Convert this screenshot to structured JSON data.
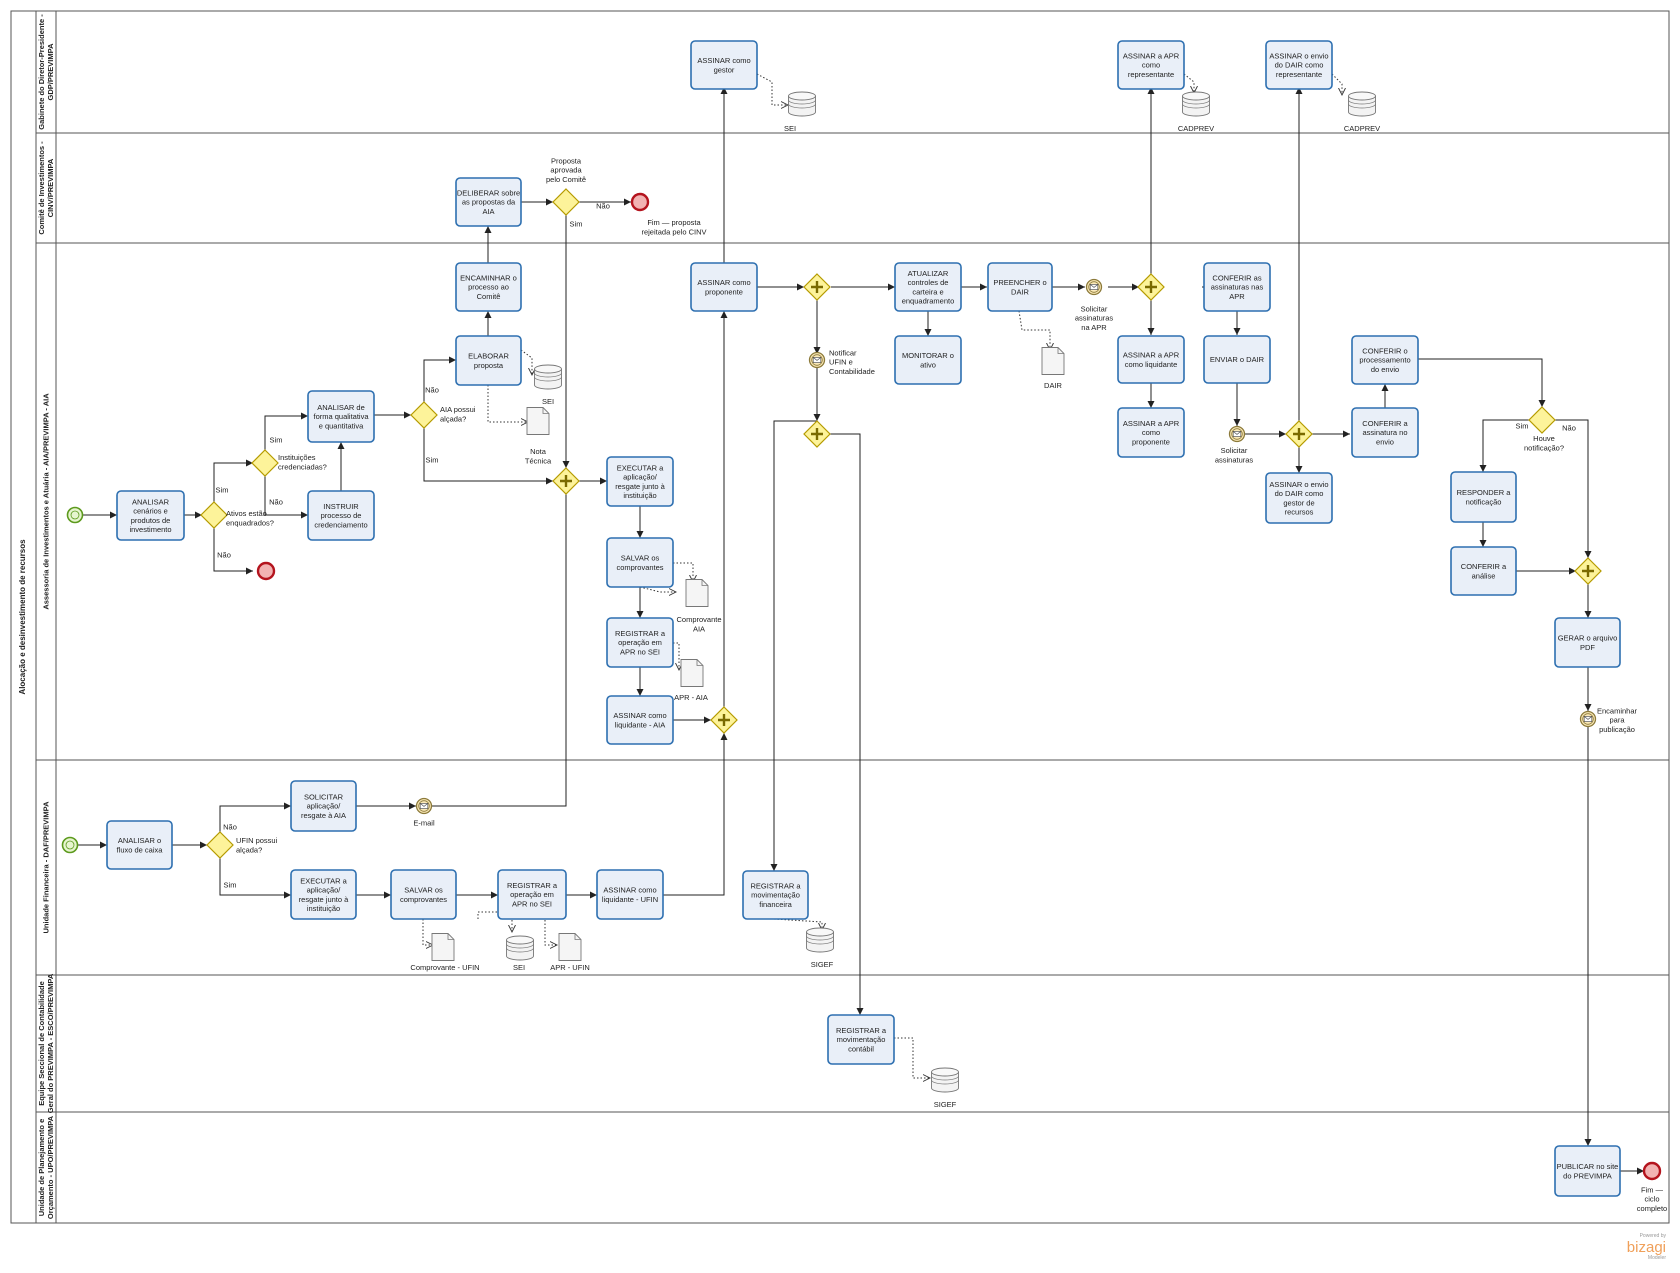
{
  "pool": {
    "title": "Alocação e desinvestimento de recursos"
  },
  "lanes": [
    {
      "id": "gdp",
      "title_lines": [
        "Gabinete do Diretor-Presidente -",
        "GDP/PREVIMPA"
      ]
    },
    {
      "id": "cinv",
      "title_lines": [
        "Comitê de Investimentos -",
        "CINV/PREVIMPA"
      ]
    },
    {
      "id": "aia",
      "title_lines": [
        "Assessoria de Investimentos e Atuária - AIA/PREVIMPA - AIA"
      ]
    },
    {
      "id": "daf",
      "title_lines": [
        "Unidade Financeira - DAF/PREVIMPA"
      ]
    },
    {
      "id": "esco",
      "title_lines": [
        "Equipe Seccional de Contabilidade",
        "Geral do PREVIMPA - ESCO/PREVIMPA"
      ]
    },
    {
      "id": "upo",
      "title_lines": [
        "Unidade de Planejamento e",
        "Orçamento - UPO/PREVIMPA"
      ]
    }
  ],
  "tasks": [
    {
      "id": "t_assinar_gestor",
      "lines": [
        "ASSINAR como",
        "gestor"
      ]
    },
    {
      "id": "t_assinar_apr_rep",
      "lines": [
        "ASSINAR a APR",
        "como",
        "representante"
      ]
    },
    {
      "id": "t_assinar_dair_rep",
      "lines": [
        "ASSINAR o envio",
        "do DAIR como",
        "representante"
      ]
    },
    {
      "id": "t_deliberar",
      "lines": [
        "DELIBERAR sobre",
        "as propostas da",
        "AIA"
      ]
    },
    {
      "id": "t_encaminhar",
      "lines": [
        "ENCAMINHAR o",
        "processo ao",
        "Comitê"
      ]
    },
    {
      "id": "t_elaborar",
      "lines": [
        "ELABORAR",
        "proposta"
      ]
    },
    {
      "id": "t_analisar_quali",
      "lines": [
        "ANALISAR de",
        "forma qualitativa",
        "e quantitativa"
      ]
    },
    {
      "id": "t_instruir",
      "lines": [
        "INSTRUIR",
        "processo de",
        "credenciamento"
      ]
    },
    {
      "id": "t_analisar_cen",
      "lines": [
        "ANALISAR",
        "cenários e",
        "produtos de",
        "investimento"
      ]
    },
    {
      "id": "t_assinar_prop",
      "lines": [
        "ASSINAR como",
        "proponente"
      ]
    },
    {
      "id": "t_executar_aia",
      "lines": [
        "EXECUTAR a",
        "aplicação/",
        "resgate junto à",
        "instituição"
      ]
    },
    {
      "id": "t_salvar_aia",
      "lines": [
        "SALVAR os",
        "comprovantes"
      ]
    },
    {
      "id": "t_registrar_aia",
      "lines": [
        "REGISTRAR a",
        "operação em",
        "APR no SEI"
      ]
    },
    {
      "id": "t_assinar_liq_aia",
      "lines": [
        "ASSINAR como",
        "liquidante - AIA"
      ]
    },
    {
      "id": "t_atualizar",
      "lines": [
        "ATUALIZAR",
        "controles de",
        "carteira e",
        "enquadramento"
      ]
    },
    {
      "id": "t_monitorar",
      "lines": [
        "MONITORAR o",
        "ativo"
      ]
    },
    {
      "id": "t_preencher",
      "lines": [
        "PREENCHER o",
        "DAIR"
      ]
    },
    {
      "id": "t_assinar_apr_liq",
      "lines": [
        "ASSINAR a APR",
        "como liquidante"
      ]
    },
    {
      "id": "t_assinar_apr_prop",
      "lines": [
        "ASSINAR a APR",
        "como",
        "proponente"
      ]
    },
    {
      "id": "t_conferir_ass",
      "lines": [
        "CONFERIR as",
        "assinaturas nas",
        "APR"
      ]
    },
    {
      "id": "t_enviar_dair",
      "lines": [
        "ENVIAR o DAIR"
      ]
    },
    {
      "id": "t_assinar_dair_gestor",
      "lines": [
        "ASSINAR o envio",
        "do DAIR como",
        "gestor de",
        "recursos"
      ]
    },
    {
      "id": "t_conferir_proc",
      "lines": [
        "CONFERIR o",
        "processamento",
        "do envio"
      ]
    },
    {
      "id": "t_conferir_assin",
      "lines": [
        "CONFERIR a",
        "assinatura no",
        "envio"
      ]
    },
    {
      "id": "t_responder",
      "lines": [
        "RESPONDER a",
        "notificação"
      ]
    },
    {
      "id": "t_conferir_anal",
      "lines": [
        "CONFERIR a",
        "análise"
      ]
    },
    {
      "id": "t_gerar",
      "lines": [
        "GERAR o arquivo",
        "PDF"
      ]
    },
    {
      "id": "t_analisar_fluxo",
      "lines": [
        "ANALISAR o",
        "fluxo de caixa"
      ]
    },
    {
      "id": "t_solicitar",
      "lines": [
        "SOLICITAR",
        "aplicação/",
        "resgate à AIA"
      ]
    },
    {
      "id": "t_executar_ufin",
      "lines": [
        "EXECUTAR a",
        "aplicação/",
        "resgate junto à",
        "instituição"
      ]
    },
    {
      "id": "t_salvar_ufin",
      "lines": [
        "SALVAR os",
        "comprovantes"
      ]
    },
    {
      "id": "t_registrar_ufin",
      "lines": [
        "REGISTRAR a",
        "operação em",
        "APR no SEI"
      ]
    },
    {
      "id": "t_assinar_liq_ufin",
      "lines": [
        "ASSINAR como",
        "liquidante - UFIN"
      ]
    },
    {
      "id": "t_registrar_mov_fin",
      "lines": [
        "REGISTRAR a",
        "movimentação",
        "financeira"
      ]
    },
    {
      "id": "t_registrar_mov_cont",
      "lines": [
        "REGISTRAR a",
        "movimentação",
        "contábil"
      ]
    },
    {
      "id": "t_publicar",
      "lines": [
        "PUBLICAR no site",
        "do PREVIMPA"
      ]
    }
  ],
  "labels": [
    {
      "id": "l_proposta",
      "lines": [
        "Proposta",
        "aprovada",
        "pelo Comitê"
      ]
    },
    {
      "id": "l_nao_cinv",
      "lines": [
        "Não"
      ]
    },
    {
      "id": "l_sim_cinv",
      "lines": [
        "Sim"
      ]
    },
    {
      "id": "l_fim_rej",
      "lines": [
        "Fim — proposta",
        "rejeitada pelo CINV"
      ]
    },
    {
      "id": "l_aia_alcada",
      "lines": [
        "AIA possui",
        "alçada?"
      ]
    },
    {
      "id": "l_nao_aia",
      "lines": [
        "Não"
      ]
    },
    {
      "id": "l_sim_aia",
      "lines": [
        "Sim"
      ]
    },
    {
      "id": "l_inst_cred",
      "lines": [
        "Instituições",
        "credenciadas?"
      ]
    },
    {
      "id": "l_sim_inst",
      "lines": [
        "Sim"
      ]
    },
    {
      "id": "l_nao_inst",
      "lines": [
        "Não"
      ]
    },
    {
      "id": "l_ativos",
      "lines": [
        "Ativos estão",
        "enquadrados?"
      ]
    },
    {
      "id": "l_sim_ativos",
      "lines": [
        "Sim"
      ]
    },
    {
      "id": "l_nao_ativos",
      "lines": [
        "Não"
      ]
    },
    {
      "id": "l_notificar",
      "lines": [
        "Notificar",
        "UFIN e",
        "Contabilidade"
      ]
    },
    {
      "id": "l_sol_ass_apr",
      "lines": [
        "Solicitar",
        "assinaturas",
        "na APR"
      ]
    },
    {
      "id": "l_sol_ass",
      "lines": [
        "Solicitar",
        "assinaturas"
      ]
    },
    {
      "id": "l_houve",
      "lines": [
        "Houve",
        "notificação?"
      ]
    },
    {
      "id": "l_sim_houve",
      "lines": [
        "Sim"
      ]
    },
    {
      "id": "l_nao_houve",
      "lines": [
        "Não"
      ]
    },
    {
      "id": "l_encaminhar_pub",
      "lines": [
        "Encaminhar",
        "para",
        "publicação"
      ]
    },
    {
      "id": "l_email",
      "lines": [
        "E-mail"
      ]
    },
    {
      "id": "l_ufin_alcada",
      "lines": [
        "UFIN possui",
        "alçada?"
      ]
    },
    {
      "id": "l_nao_ufin",
      "lines": [
        "Não"
      ]
    },
    {
      "id": "l_sim_ufin",
      "lines": [
        "Sim"
      ]
    },
    {
      "id": "l_fim_ciclo",
      "lines": [
        "Fim —",
        "ciclo",
        "completo"
      ]
    }
  ],
  "artifacts": [
    {
      "id": "a_sei_gdp",
      "label": "SEI"
    },
    {
      "id": "a_cadprev_1",
      "label": "CADPREV"
    },
    {
      "id": "a_cadprev_2",
      "label": "CADPREV"
    },
    {
      "id": "a_sei_aia",
      "label": "SEI"
    },
    {
      "id": "a_nota",
      "label": "Nota\nTécnica"
    },
    {
      "id": "a_comp_aia",
      "label": "Comprovante\nAIA"
    },
    {
      "id": "a_apr_aia",
      "label": "APR - AIA"
    },
    {
      "id": "a_dair",
      "label": "DAIR"
    },
    {
      "id": "a_comp_ufin",
      "label": "Comprovante - UFIN"
    },
    {
      "id": "a_sei_ufin",
      "label": "SEI"
    },
    {
      "id": "a_apr_ufin",
      "label": "APR - UFIN"
    },
    {
      "id": "a_sigef_1",
      "label": "SIGEF"
    },
    {
      "id": "a_sigef_2",
      "label": "SIGEF"
    }
  ],
  "logo": {
    "brand": "bizagi",
    "powered": "Powered by",
    "sub": "Modeler"
  }
}
